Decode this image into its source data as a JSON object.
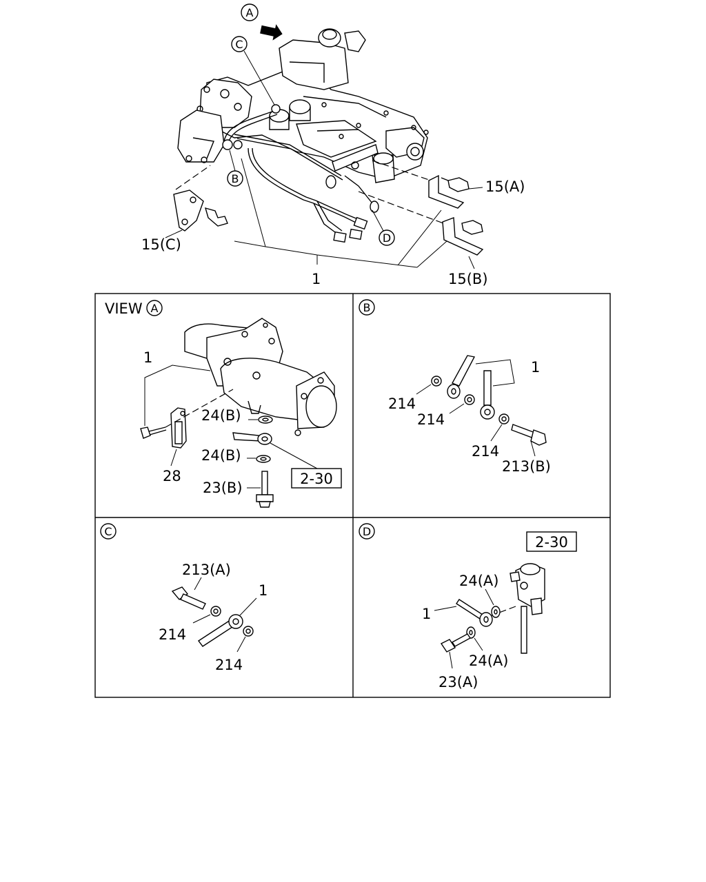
{
  "top": {
    "view_marker": "A",
    "callout_c": "C",
    "callout_b": "B",
    "callout_d": "D",
    "label_15a": "15(A)",
    "label_15b": "15(B)",
    "label_15c": "15(C)",
    "label_1": "1"
  },
  "panel_a": {
    "view_word": "VIEW",
    "view_marker": "A",
    "label_1": "1",
    "label_24b_top": "24(B)",
    "label_24b_bottom": "24(B)",
    "label_23b": "23(B)",
    "label_28": "28",
    "ref_box": "2-30"
  },
  "panel_b": {
    "marker": "B",
    "label_1": "1",
    "label_214_a": "214",
    "label_214_b": "214",
    "label_214_c": "214",
    "label_213b": "213(B)"
  },
  "panel_c": {
    "marker": "C",
    "label_213a": "213(A)",
    "label_1": "1",
    "label_214_a": "214",
    "label_214_b": "214"
  },
  "panel_d": {
    "marker": "D",
    "ref_box": "2-30",
    "label_24a_top": "24(A)",
    "label_1": "1",
    "label_24a_bottom": "24(A)",
    "label_23a": "23(A)"
  }
}
